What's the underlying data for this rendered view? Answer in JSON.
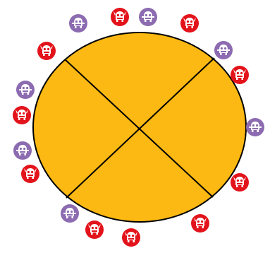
{
  "colors": {
    "background": "#ffffff",
    "table_fill": "#fdb913",
    "table_stroke": "#000000",
    "red_face": "#e3131b",
    "purple_face": "#8c6bb1",
    "face_detail": "#ffffff"
  },
  "icons": {
    "red": "red-monster-face-icon",
    "purple": "purple-monster-face-icon"
  },
  "table": {
    "sections": 4
  },
  "guests": [
    {
      "color": "purple"
    },
    {
      "color": "red"
    },
    {
      "color": "purple"
    },
    {
      "color": "red"
    },
    {
      "color": "red"
    },
    {
      "color": "purple"
    },
    {
      "color": "red"
    },
    {
      "color": "purple"
    },
    {
      "color": "red"
    },
    {
      "color": "purple"
    },
    {
      "color": "purple"
    },
    {
      "color": "red"
    },
    {
      "color": "red"
    },
    {
      "color": "purple"
    },
    {
      "color": "red"
    },
    {
      "color": "red"
    },
    {
      "color": "red"
    }
  ]
}
